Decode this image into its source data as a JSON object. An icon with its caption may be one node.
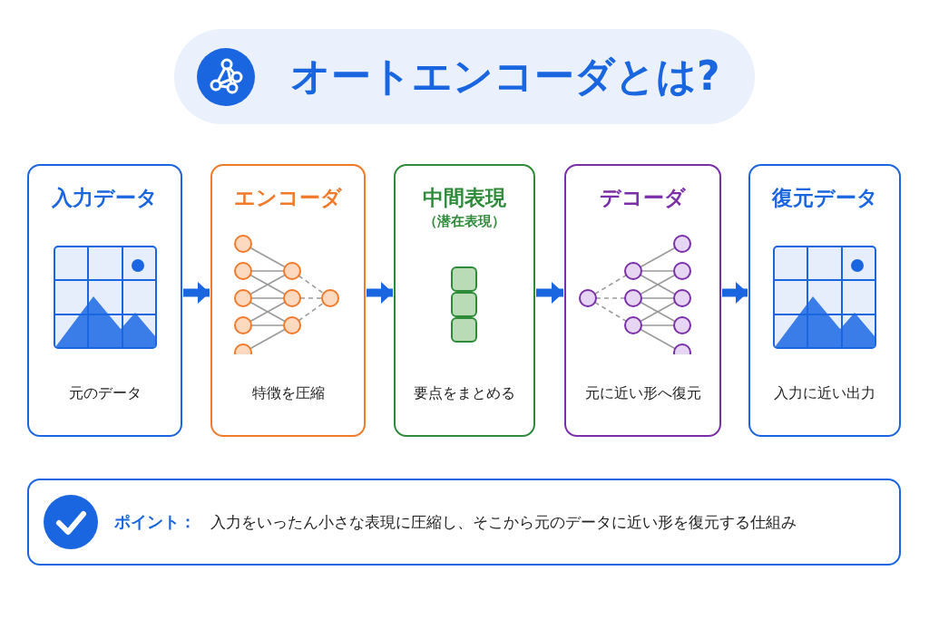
{
  "diagram": {
    "title": "オートエンコーダとは?",
    "nodes": [
      {
        "text": [
          "入力データ",
          "元のデータ"
        ]
      },
      {
        "text": [
          "エンコーダ",
          "特徴を圧縮"
        ]
      },
      {
        "text": [
          "中間表現",
          "（潜在表現）",
          "要点をまとめる"
        ]
      },
      {
        "text": [
          "デコーダ",
          "元に近い形へ復元"
        ]
      },
      {
        "text": [
          "復元データ",
          "入力に近い出力"
        ]
      },
      {
        "text": [
          "ポイント：",
          "入力をいったん小さな表現に圧縮し、そこから元のデータに近い形を復元する仕組み"
        ]
      }
    ],
    "edges": [
      {
        "from": 0,
        "to": 1,
        "arrow": "to"
      },
      {
        "from": 1,
        "to": 2,
        "arrow": "to"
      },
      {
        "from": 2,
        "to": 3,
        "arrow": "to"
      },
      {
        "from": 3,
        "to": 4,
        "arrow": "to"
      }
    ]
  }
}
